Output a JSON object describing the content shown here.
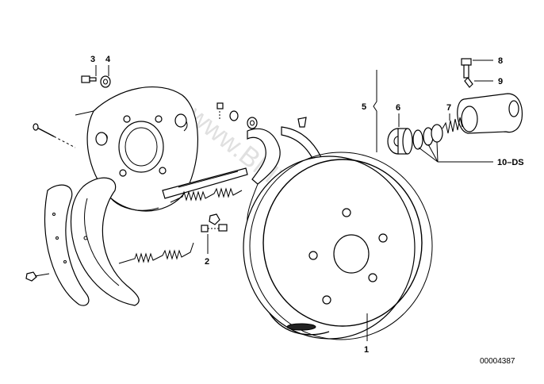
{
  "callouts": {
    "c1": "1",
    "c2": "2",
    "c3": "3",
    "c4": "4",
    "c5": "5",
    "c6": "6",
    "c7": "7",
    "c8": "8",
    "c9": "9",
    "c10": "10–DS"
  },
  "reference_number": "00004387",
  "watermark": "www.BMWstore.pl"
}
